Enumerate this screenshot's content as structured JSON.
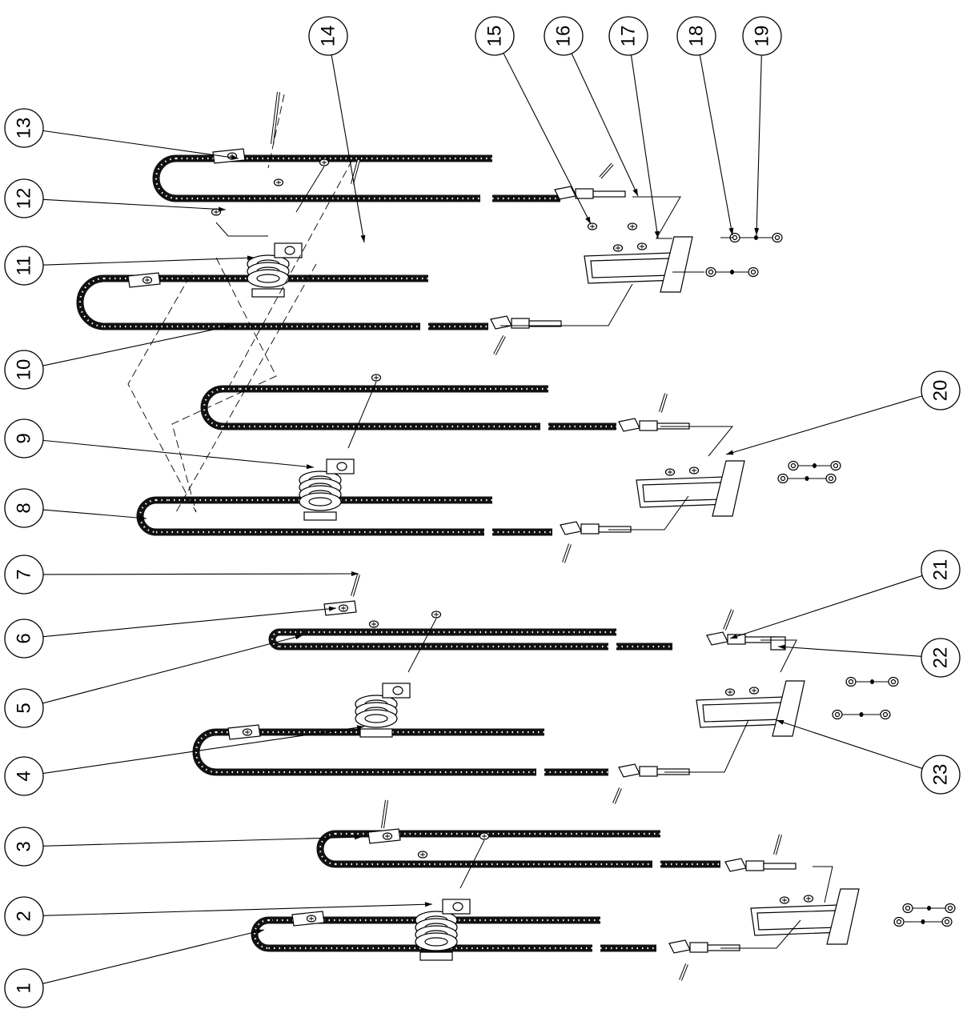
{
  "diagram": {
    "type": "exploded-assembly",
    "item_numbers": [
      "1",
      "2",
      "3",
      "4",
      "5",
      "6",
      "7",
      "8",
      "9",
      "10",
      "11",
      "12",
      "13",
      "14",
      "15",
      "16",
      "17",
      "18",
      "19",
      "20",
      "21",
      "22",
      "23"
    ]
  }
}
